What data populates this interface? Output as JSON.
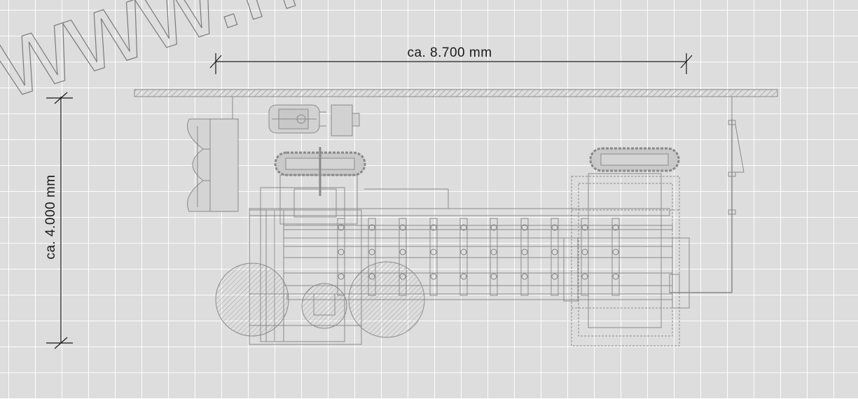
{
  "drawing": {
    "watermark_text": "www.hc",
    "width_dimension": "ca. 8.700 mm",
    "height_dimension": "ca. 4.000 mm"
  },
  "colors": {
    "background": "#dddddd",
    "grid": "#ffffff",
    "machine_line": "#8a8a8a",
    "dimension_line": "#1a1a1a",
    "hatch": "#9a9a9a"
  }
}
